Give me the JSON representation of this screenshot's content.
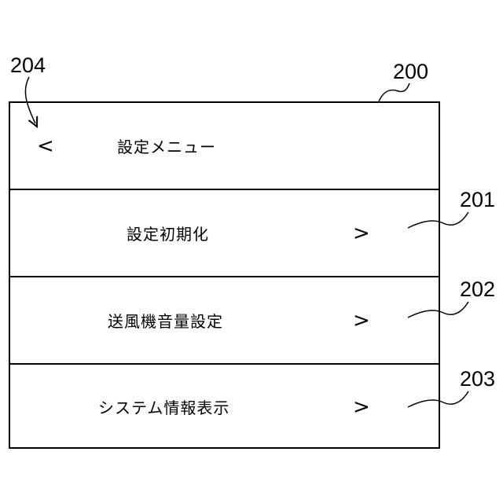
{
  "refs": {
    "figure": "200",
    "back": "204",
    "item1": "201",
    "item2": "202",
    "item3": "203"
  },
  "menu": {
    "back_glyph": "<",
    "title": "設定メニュー",
    "chevron": ">",
    "items": [
      {
        "label": "設定初期化"
      },
      {
        "label": "送風機音量設定"
      },
      {
        "label": "システム情報表示"
      }
    ]
  }
}
